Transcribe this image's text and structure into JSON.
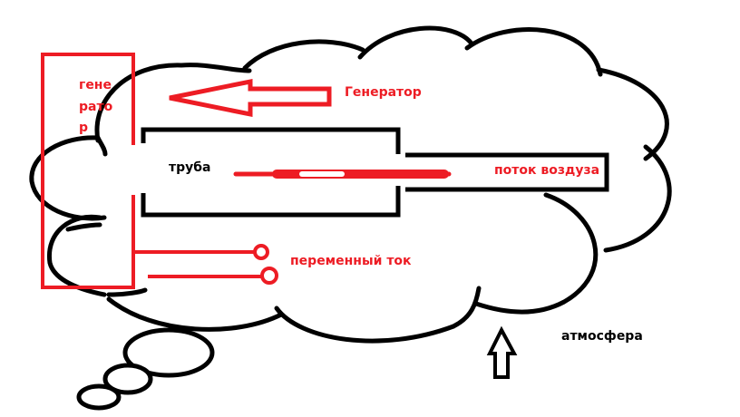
{
  "colors": {
    "ink": "#000000",
    "accent": "#ed1c24",
    "background": "#ffffff"
  },
  "labels": {
    "generator_box": [
      "гене",
      "рато",
      "р"
    ],
    "generator_arrow": "Генератор",
    "pipe": "труба",
    "airflow": "поток воздуза",
    "alternating_current": "переменный ток",
    "atmosphere": "атмосфера"
  }
}
